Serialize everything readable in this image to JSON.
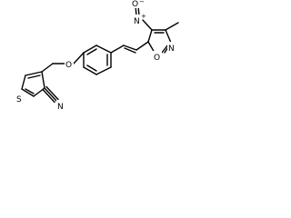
{
  "molecule": {
    "atoms": {
      "o_ether": "O",
      "s_thiophene": "S",
      "n_nitrile": "N",
      "n_nitro": "N",
      "n_nitro_charge": "+",
      "o_nitro": "O",
      "o_nitro_charge": "−",
      "o_isoxazole": "O",
      "n_isoxazole": "N"
    }
  }
}
